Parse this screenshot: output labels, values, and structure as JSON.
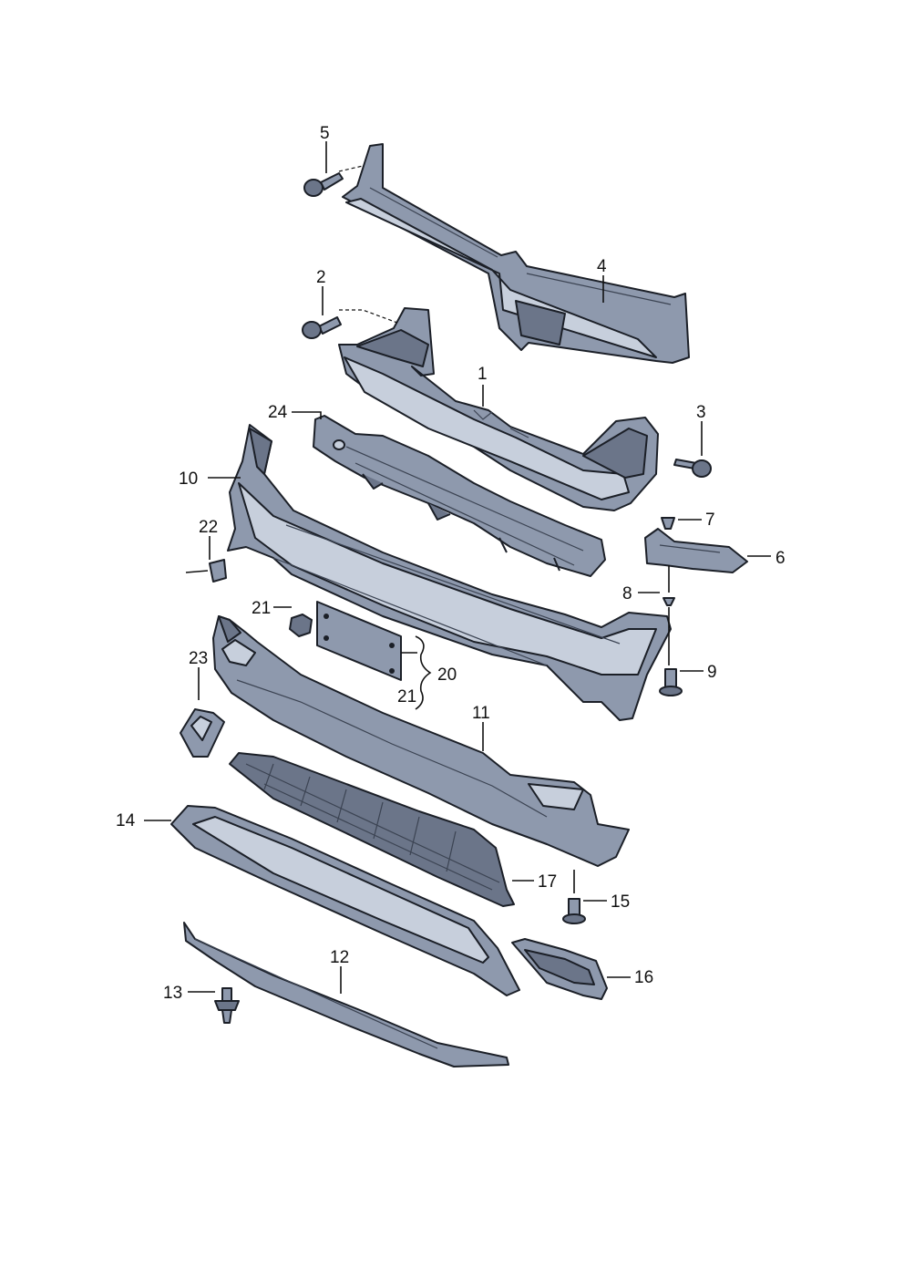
{
  "callouts": [
    {
      "id": "c1",
      "text": "1"
    },
    {
      "id": "c2",
      "text": "2"
    },
    {
      "id": "c3",
      "text": "3"
    },
    {
      "id": "c4",
      "text": "4"
    },
    {
      "id": "c5",
      "text": "5"
    },
    {
      "id": "c6",
      "text": "6"
    },
    {
      "id": "c7",
      "text": "7"
    },
    {
      "id": "c8",
      "text": "8"
    },
    {
      "id": "c9",
      "text": "9"
    },
    {
      "id": "c10",
      "text": "10"
    },
    {
      "id": "c11",
      "text": "11"
    },
    {
      "id": "c12",
      "text": "12"
    },
    {
      "id": "c13",
      "text": "13"
    },
    {
      "id": "c14",
      "text": "14"
    },
    {
      "id": "c15",
      "text": "15"
    },
    {
      "id": "c16",
      "text": "16"
    },
    {
      "id": "c17",
      "text": "17"
    },
    {
      "id": "c20",
      "text": "20"
    },
    {
      "id": "c21a",
      "text": "21"
    },
    {
      "id": "c21b",
      "text": "21"
    },
    {
      "id": "c22",
      "text": "22"
    },
    {
      "id": "c23",
      "text": "23"
    },
    {
      "id": "c24",
      "text": "24"
    }
  ],
  "colors": {
    "part_fill": "#8e99ad",
    "part_light": "#c7cfdc",
    "part_dark": "#6b7589",
    "outline": "#1b1f27"
  }
}
